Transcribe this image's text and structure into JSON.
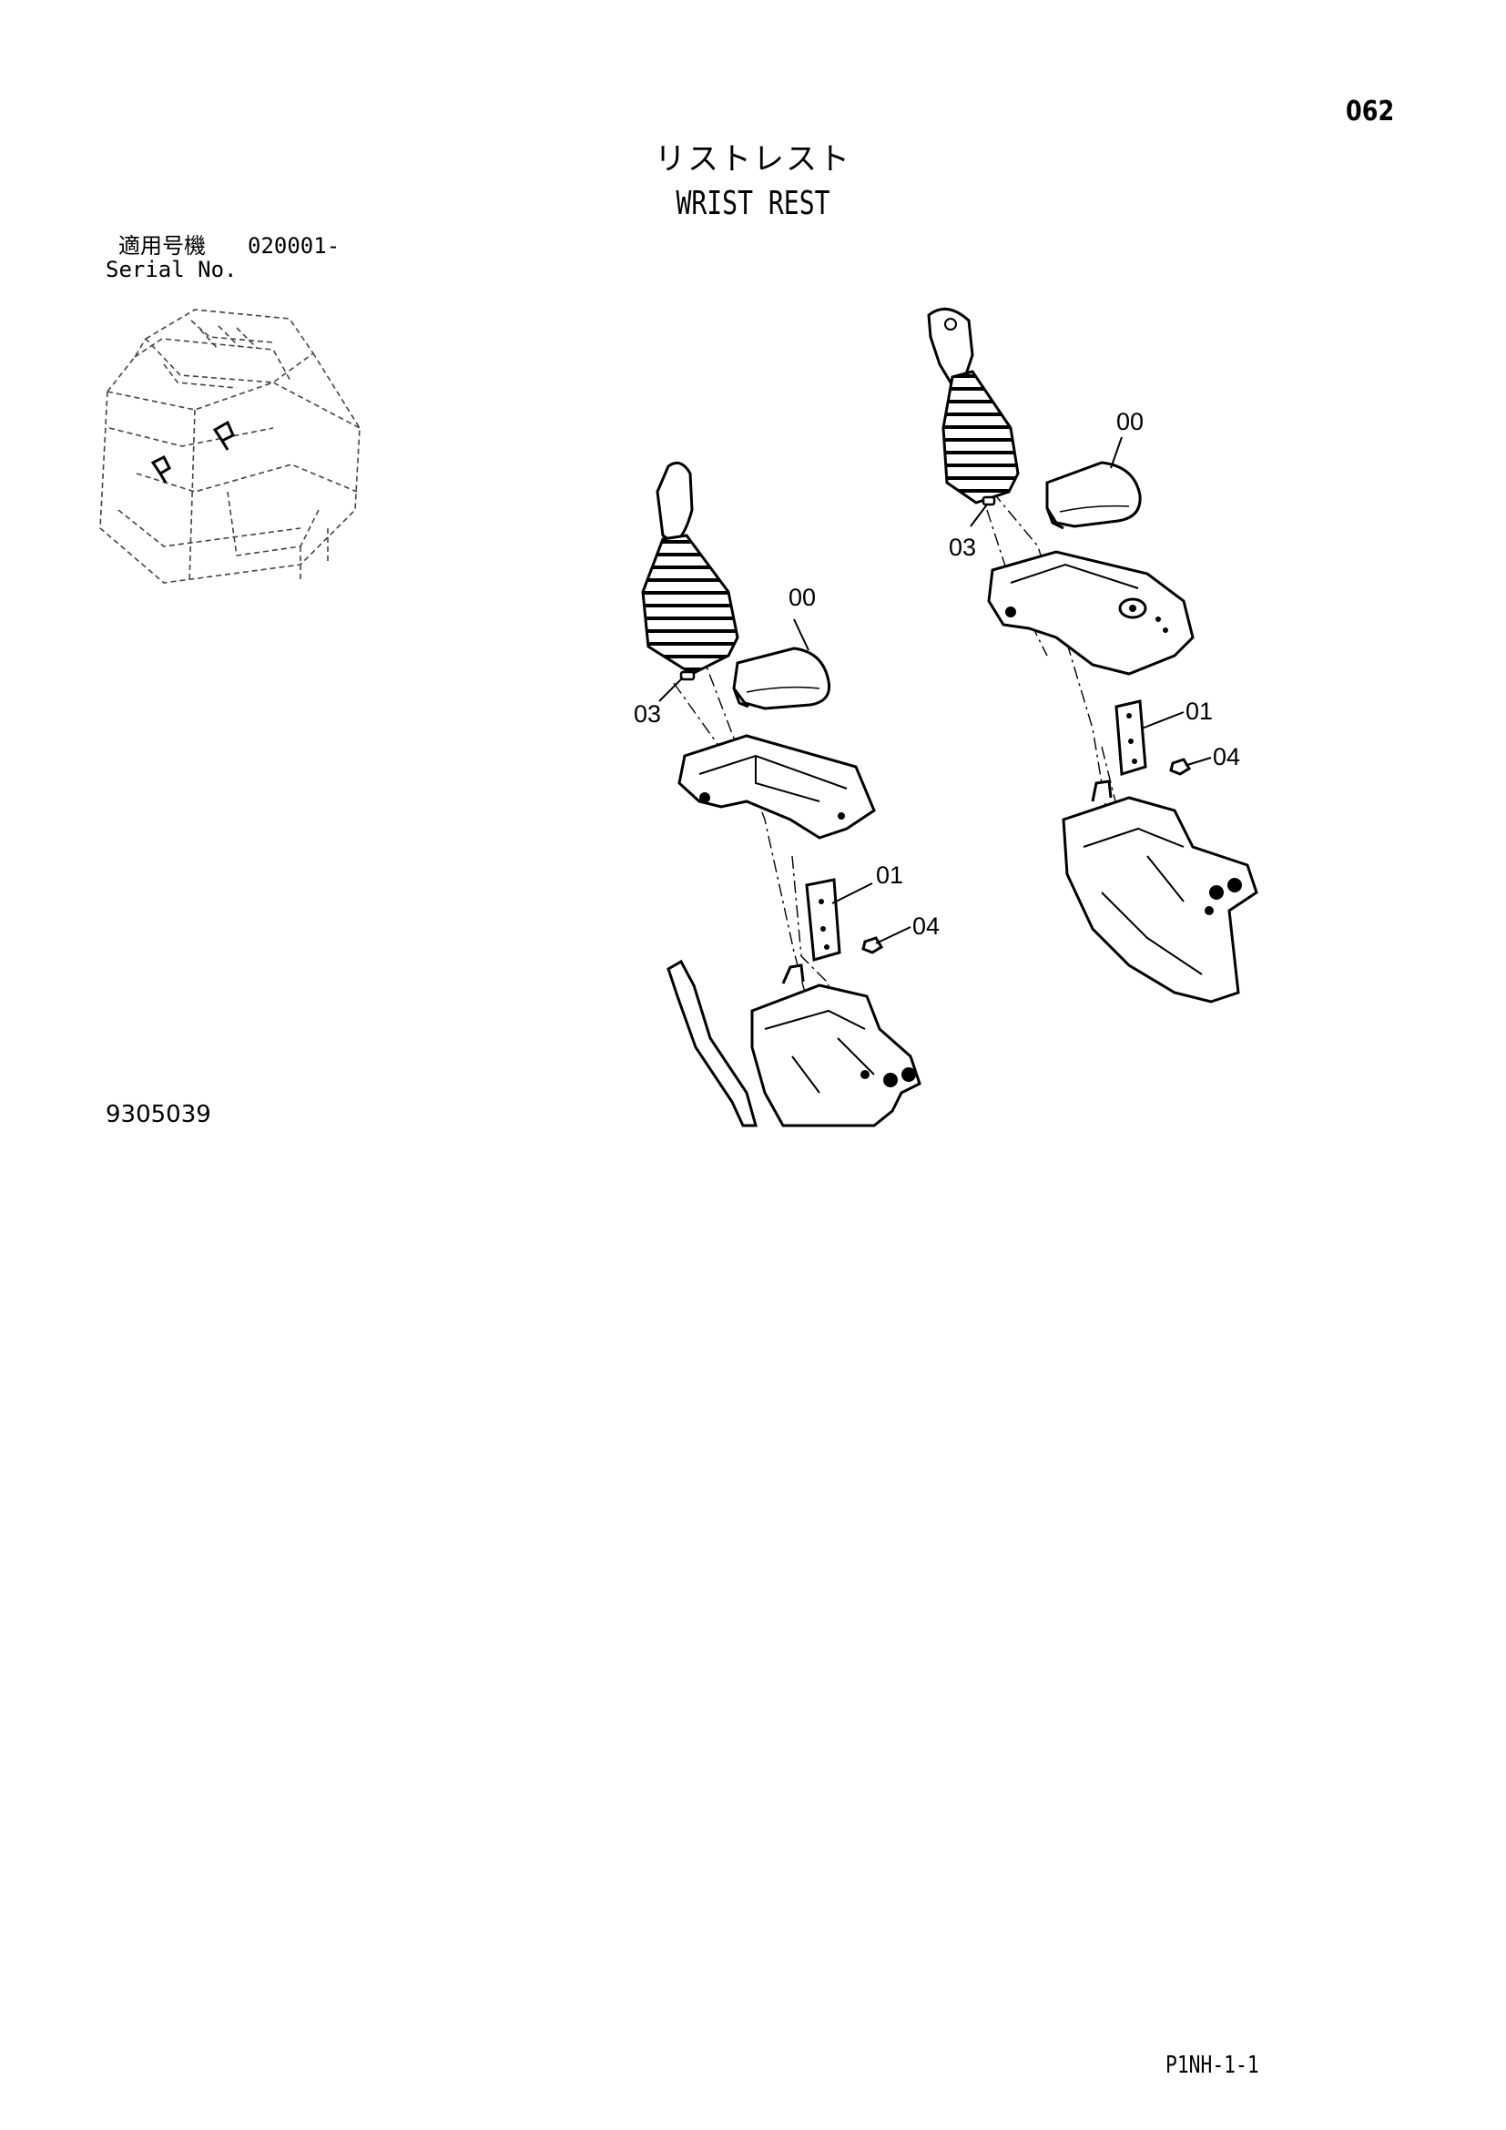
{
  "header": {
    "page_number": "062",
    "title_jp": "リストレスト",
    "title_en": "WRIST REST"
  },
  "serial": {
    "label_jp": "適用号機",
    "value": "020001-",
    "label_en": "Serial No."
  },
  "diagram": {
    "left_assembly_labels": [
      "00",
      "03",
      "01",
      "04"
    ],
    "right_assembly_labels": [
      "00",
      "03",
      "01",
      "04"
    ]
  },
  "footer": {
    "drawing_number": "9305039",
    "page_code": "P1NH-1-1"
  }
}
